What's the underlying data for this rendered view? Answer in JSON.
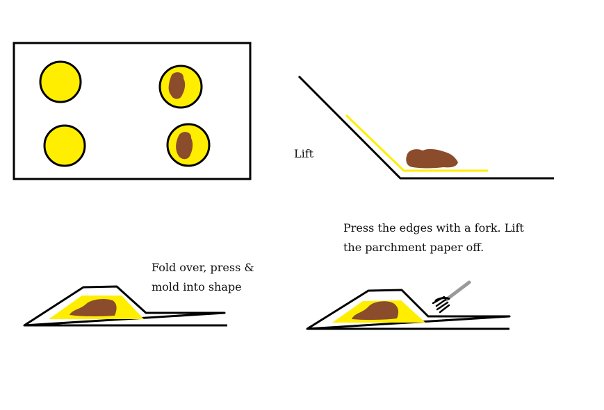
{
  "steps": [
    {
      "id": "step1",
      "caption": ""
    },
    {
      "id": "step2",
      "caption": "Lift"
    },
    {
      "id": "step3",
      "caption": "Fold over, press &\nmold into shape"
    },
    {
      "id": "step4",
      "caption": "Press the edges with a fork.  Lift\nthe parchment paper off."
    }
  ],
  "colors": {
    "outline": "#000000",
    "dough": "#ffee00",
    "filling": "#8b4c2c",
    "fork": "#9a9a9a"
  }
}
